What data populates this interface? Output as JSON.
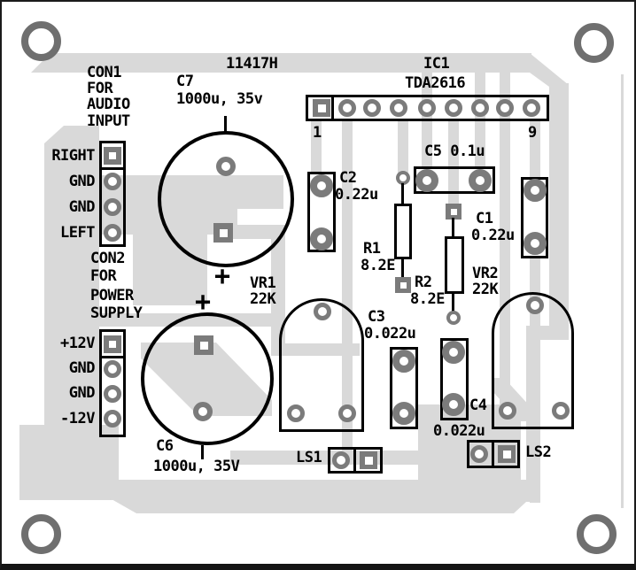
{
  "board": {
    "part_number": "11417H"
  },
  "connectors": {
    "con1": {
      "title_lines": [
        "CON1",
        "FOR",
        "AUDIO",
        "INPUT"
      ],
      "pins": [
        "RIGHT",
        "GND",
        "GND",
        "LEFT"
      ]
    },
    "con2": {
      "title_lines": [
        "CON2",
        "FOR",
        "POWER",
        "SUPPLY"
      ],
      "pins": [
        "+12V",
        "GND",
        "GND",
        "-12V"
      ]
    }
  },
  "ic1": {
    "ref": "IC1",
    "part": "TDA2616",
    "first_pin": "1",
    "last_pin": "9"
  },
  "components": {
    "c1": {
      "ref": "C1",
      "value": "0.22u"
    },
    "c2": {
      "ref": "C2",
      "value": "0.22u"
    },
    "c3": {
      "ref": "C3",
      "value": "0.022u"
    },
    "c4": {
      "ref": "C4",
      "value": "0.022u"
    },
    "c5": {
      "label": "C5 0.1u"
    },
    "c6": {
      "ref": "C6",
      "value": "1000u, 35V"
    },
    "c7": {
      "ref": "C7",
      "value": "1000u, 35v"
    },
    "r1": {
      "ref": "R1",
      "value": "8.2E"
    },
    "r2": {
      "ref": "R2",
      "value": "8.2E"
    },
    "vr1": {
      "ref": "VR1",
      "value": "22K"
    },
    "vr2": {
      "ref": "VR2",
      "value": "22K"
    },
    "ls1": {
      "ref": "LS1"
    },
    "ls2": {
      "ref": "LS2"
    }
  },
  "marks": {
    "plus": "+",
    "polarity_bar": "|"
  },
  "colors": {
    "trace": "#d9d9d9",
    "pad": "#7b7b7b",
    "silkscreen": "#000000",
    "mount_ring": "#6f6f6f"
  }
}
